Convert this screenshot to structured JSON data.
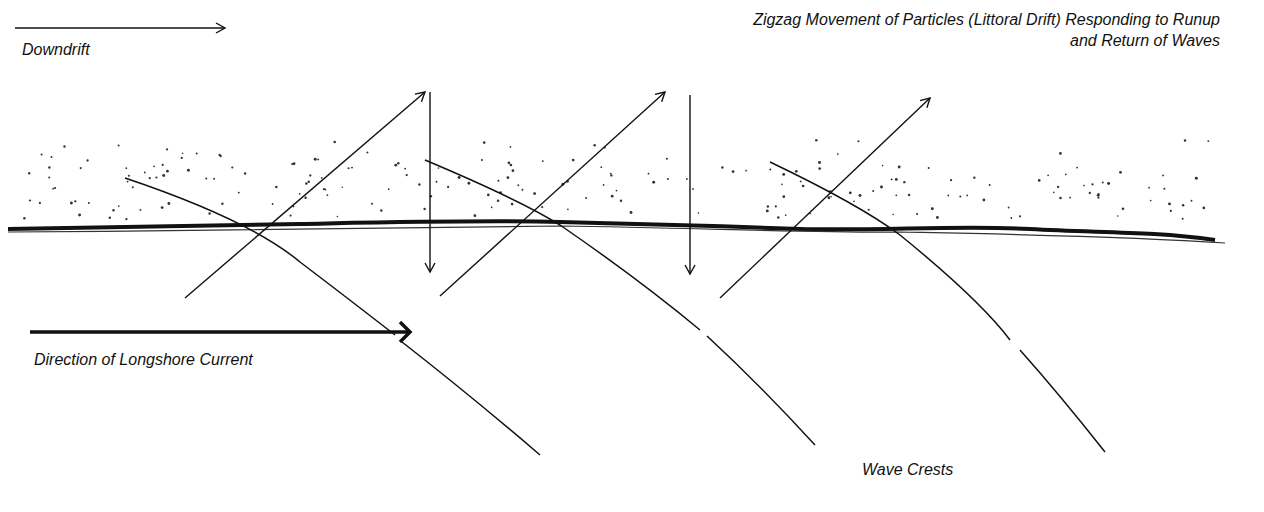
{
  "diagram": {
    "labels": [
      "Zigzag Movement of Particles (Littoral Drift) Responding to Runup and Return of Waves",
      "Downdrift",
      "Direction of Longshore Current",
      "Wave Crests"
    ]
  }
}
